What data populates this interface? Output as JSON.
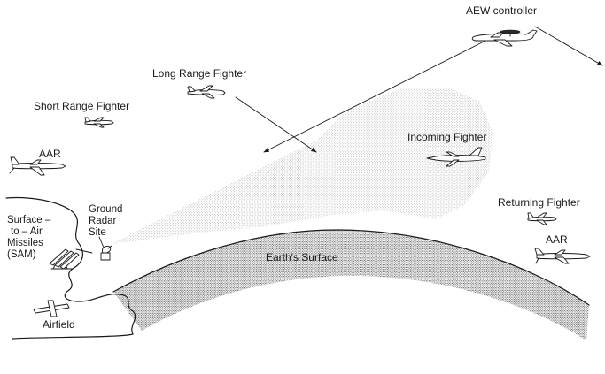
{
  "labels": {
    "aew_controller": "AEW controller",
    "long_range_fighter": "Long Range Fighter",
    "short_range_fighter": "Short Range Fighter",
    "aar_top": "AAR",
    "incoming_fighter": "Incoming Fighter",
    "ground_radar": [
      "Ground",
      "Radar",
      "Site"
    ],
    "sam": [
      "Surface –",
      "to – Air",
      "Missiles",
      "(SAM)"
    ],
    "earths_surface": "Earth's Surface",
    "returning_fighter": "Returning Fighter",
    "aar_bottom": "AAR",
    "airfield": "Airfield"
  },
  "colors": {
    "ink": "#1a1a1a",
    "radar_stipple": "#8a8a8a",
    "earth_stipple": "#3a3a3a",
    "background": "#ffffff"
  },
  "icons": {
    "aew": "aew-aircraft-icon",
    "long_range": "fighter-jet-icon",
    "short_range": "fighter-jet-icon",
    "aar": "tanker-aircraft-icon",
    "incoming": "fighter-jet-icon",
    "returning": "fighter-jet-icon",
    "radar": "radar-dish-icon",
    "sam": "missile-launcher-icon",
    "airfield": "runway-icon"
  }
}
